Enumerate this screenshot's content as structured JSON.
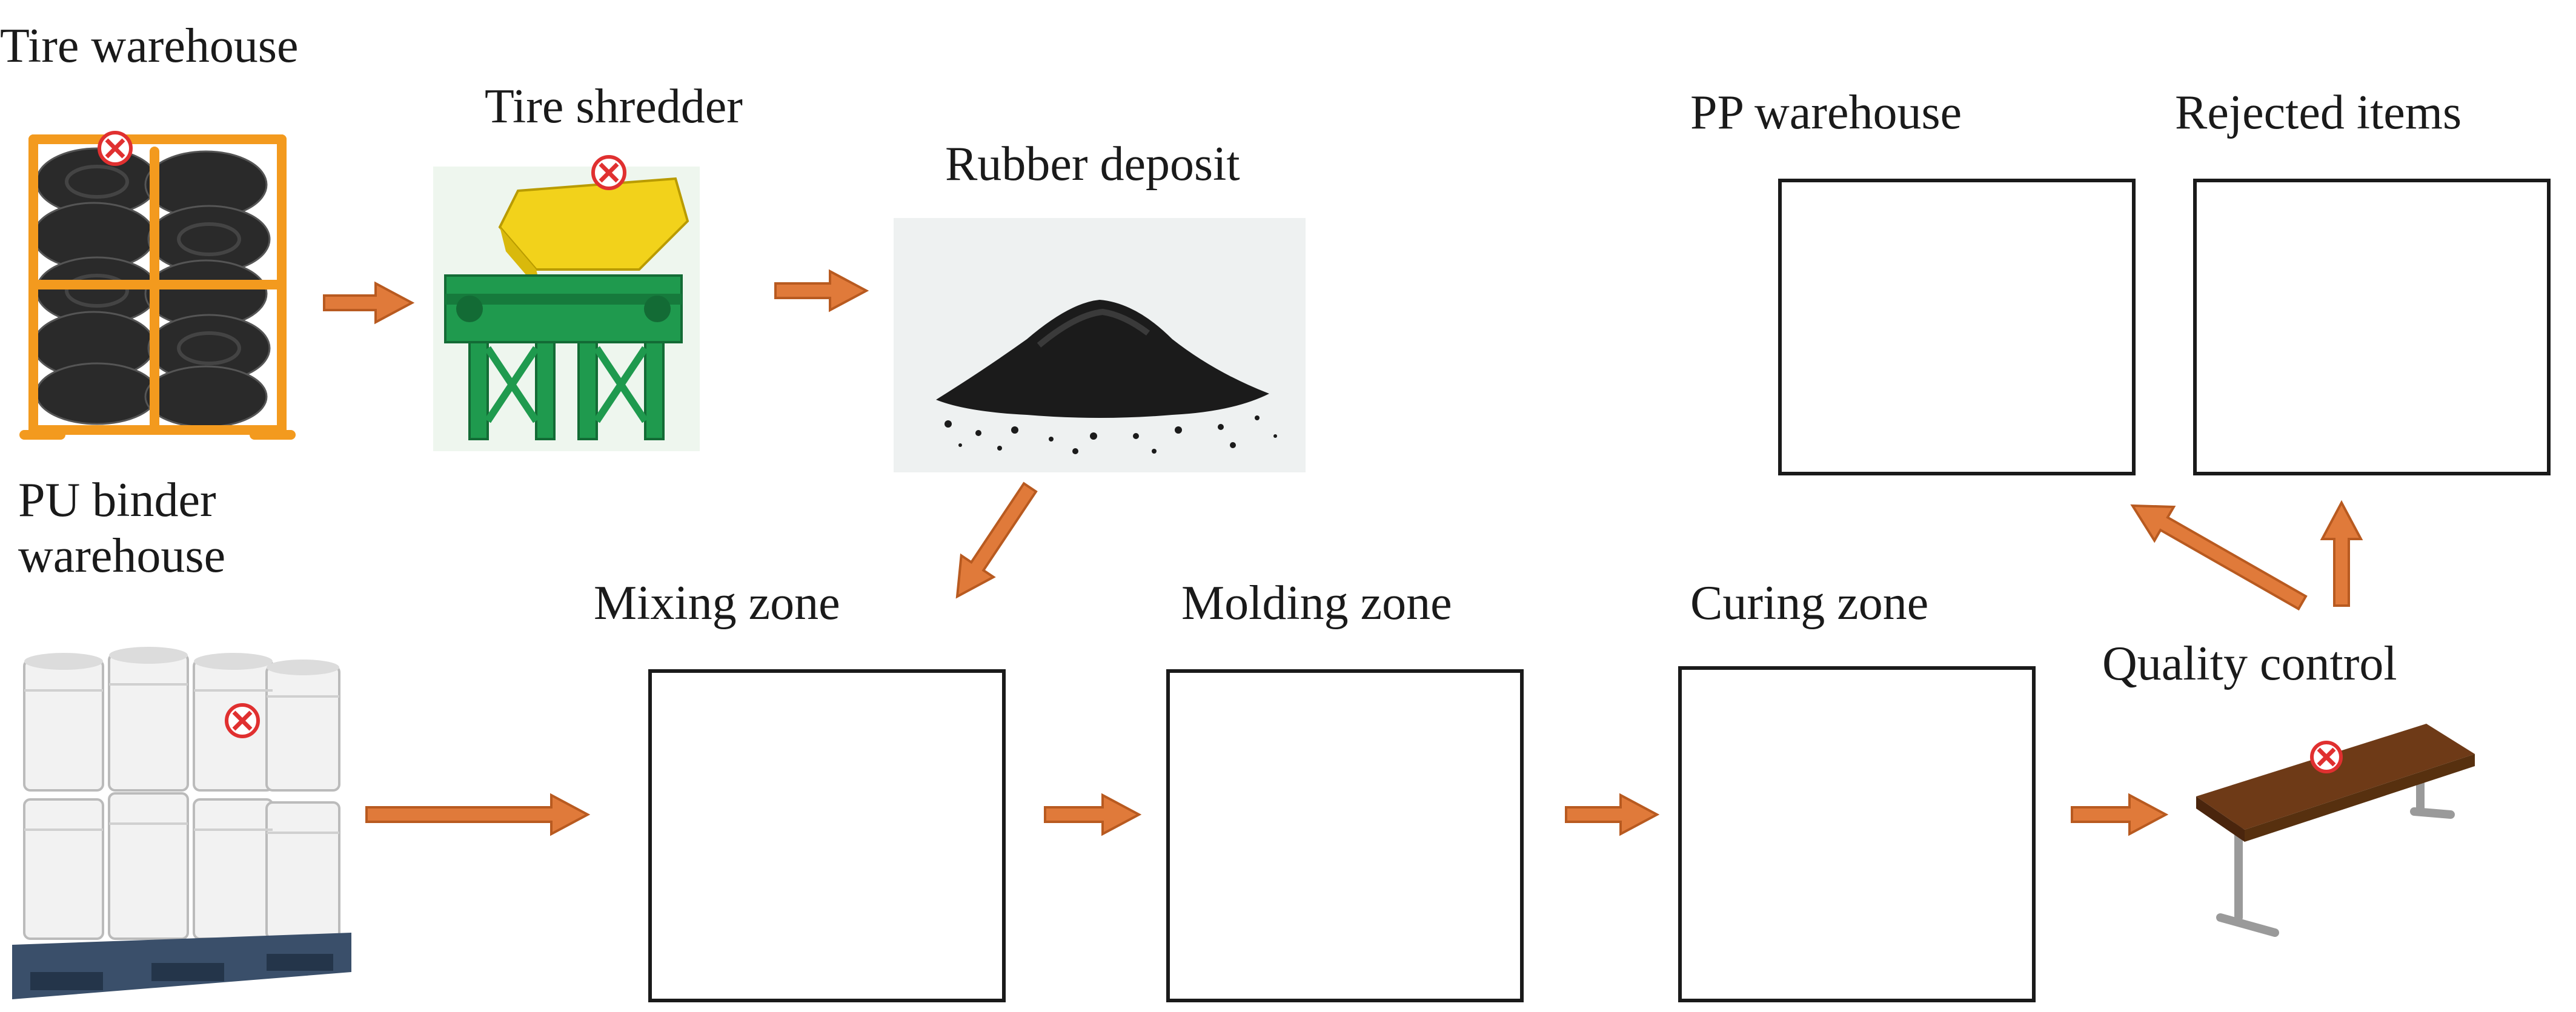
{
  "colors": {
    "arrow": "#E07A3A",
    "arrow_stroke": "#B85A20",
    "frame_orange": "#F39A1E",
    "shredder_green": "#1F9A4E",
    "hopper_yellow": "#F2D21B",
    "rubber": "#1b1b1b",
    "bucket": "#f2f2f2",
    "pallet": "#3a4f6a",
    "bench_top": "#6e3a17",
    "marker": "#e03030"
  },
  "nodes": {
    "tire_warehouse": {
      "label": "Tire warehouse",
      "icon": "tire-stack-icon"
    },
    "tire_shredder": {
      "label": "Tire shredder",
      "icon": "shredder-icon"
    },
    "rubber_deposit": {
      "label": "Rubber deposit",
      "icon": "rubber-pile-icon"
    },
    "pu_binder_warehouse": {
      "label": "PU binder warehouse",
      "icon": "bucket-pallet-icon"
    },
    "mixing_zone": {
      "label": "Mixing zone"
    },
    "molding_zone": {
      "label": "Molding zone"
    },
    "curing_zone": {
      "label": "Curing zone"
    },
    "quality_control": {
      "label": "Quality control",
      "icon": "inspection-bench-icon"
    },
    "pp_warehouse": {
      "label": "PP warehouse"
    },
    "rejected_items": {
      "label": "Rejected items"
    }
  },
  "edges": [
    {
      "from": "tire_warehouse",
      "to": "tire_shredder"
    },
    {
      "from": "tire_shredder",
      "to": "rubber_deposit"
    },
    {
      "from": "rubber_deposit",
      "to": "mixing_zone"
    },
    {
      "from": "pu_binder_warehouse",
      "to": "mixing_zone"
    },
    {
      "from": "mixing_zone",
      "to": "molding_zone"
    },
    {
      "from": "molding_zone",
      "to": "curing_zone"
    },
    {
      "from": "curing_zone",
      "to": "quality_control"
    },
    {
      "from": "quality_control",
      "to": "pp_warehouse"
    },
    {
      "from": "quality_control",
      "to": "rejected_items"
    }
  ]
}
